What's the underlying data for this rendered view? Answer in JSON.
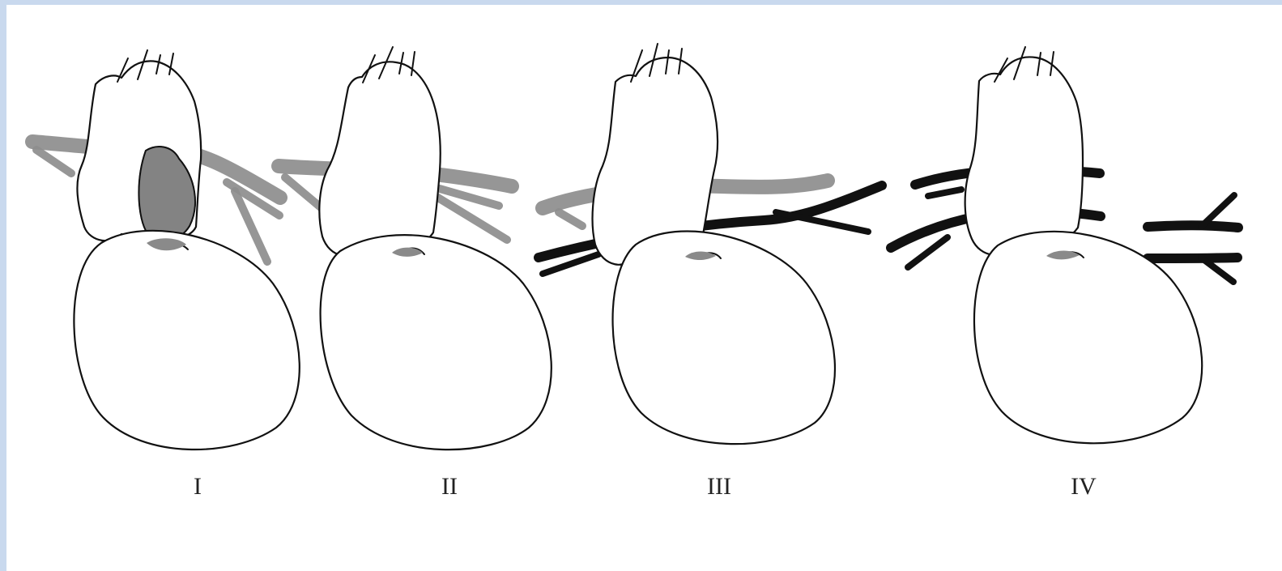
{
  "labels": {
    "panel_1": "I",
    "panel_2": "II",
    "panel_3": "III",
    "panel_4": "IV"
  },
  "colors": {
    "frame": "#c9d9ee",
    "background": "#ffffff",
    "outline": "#111111",
    "gray_vessel": "#8d8d8d",
    "black_vessel": "#111111"
  }
}
